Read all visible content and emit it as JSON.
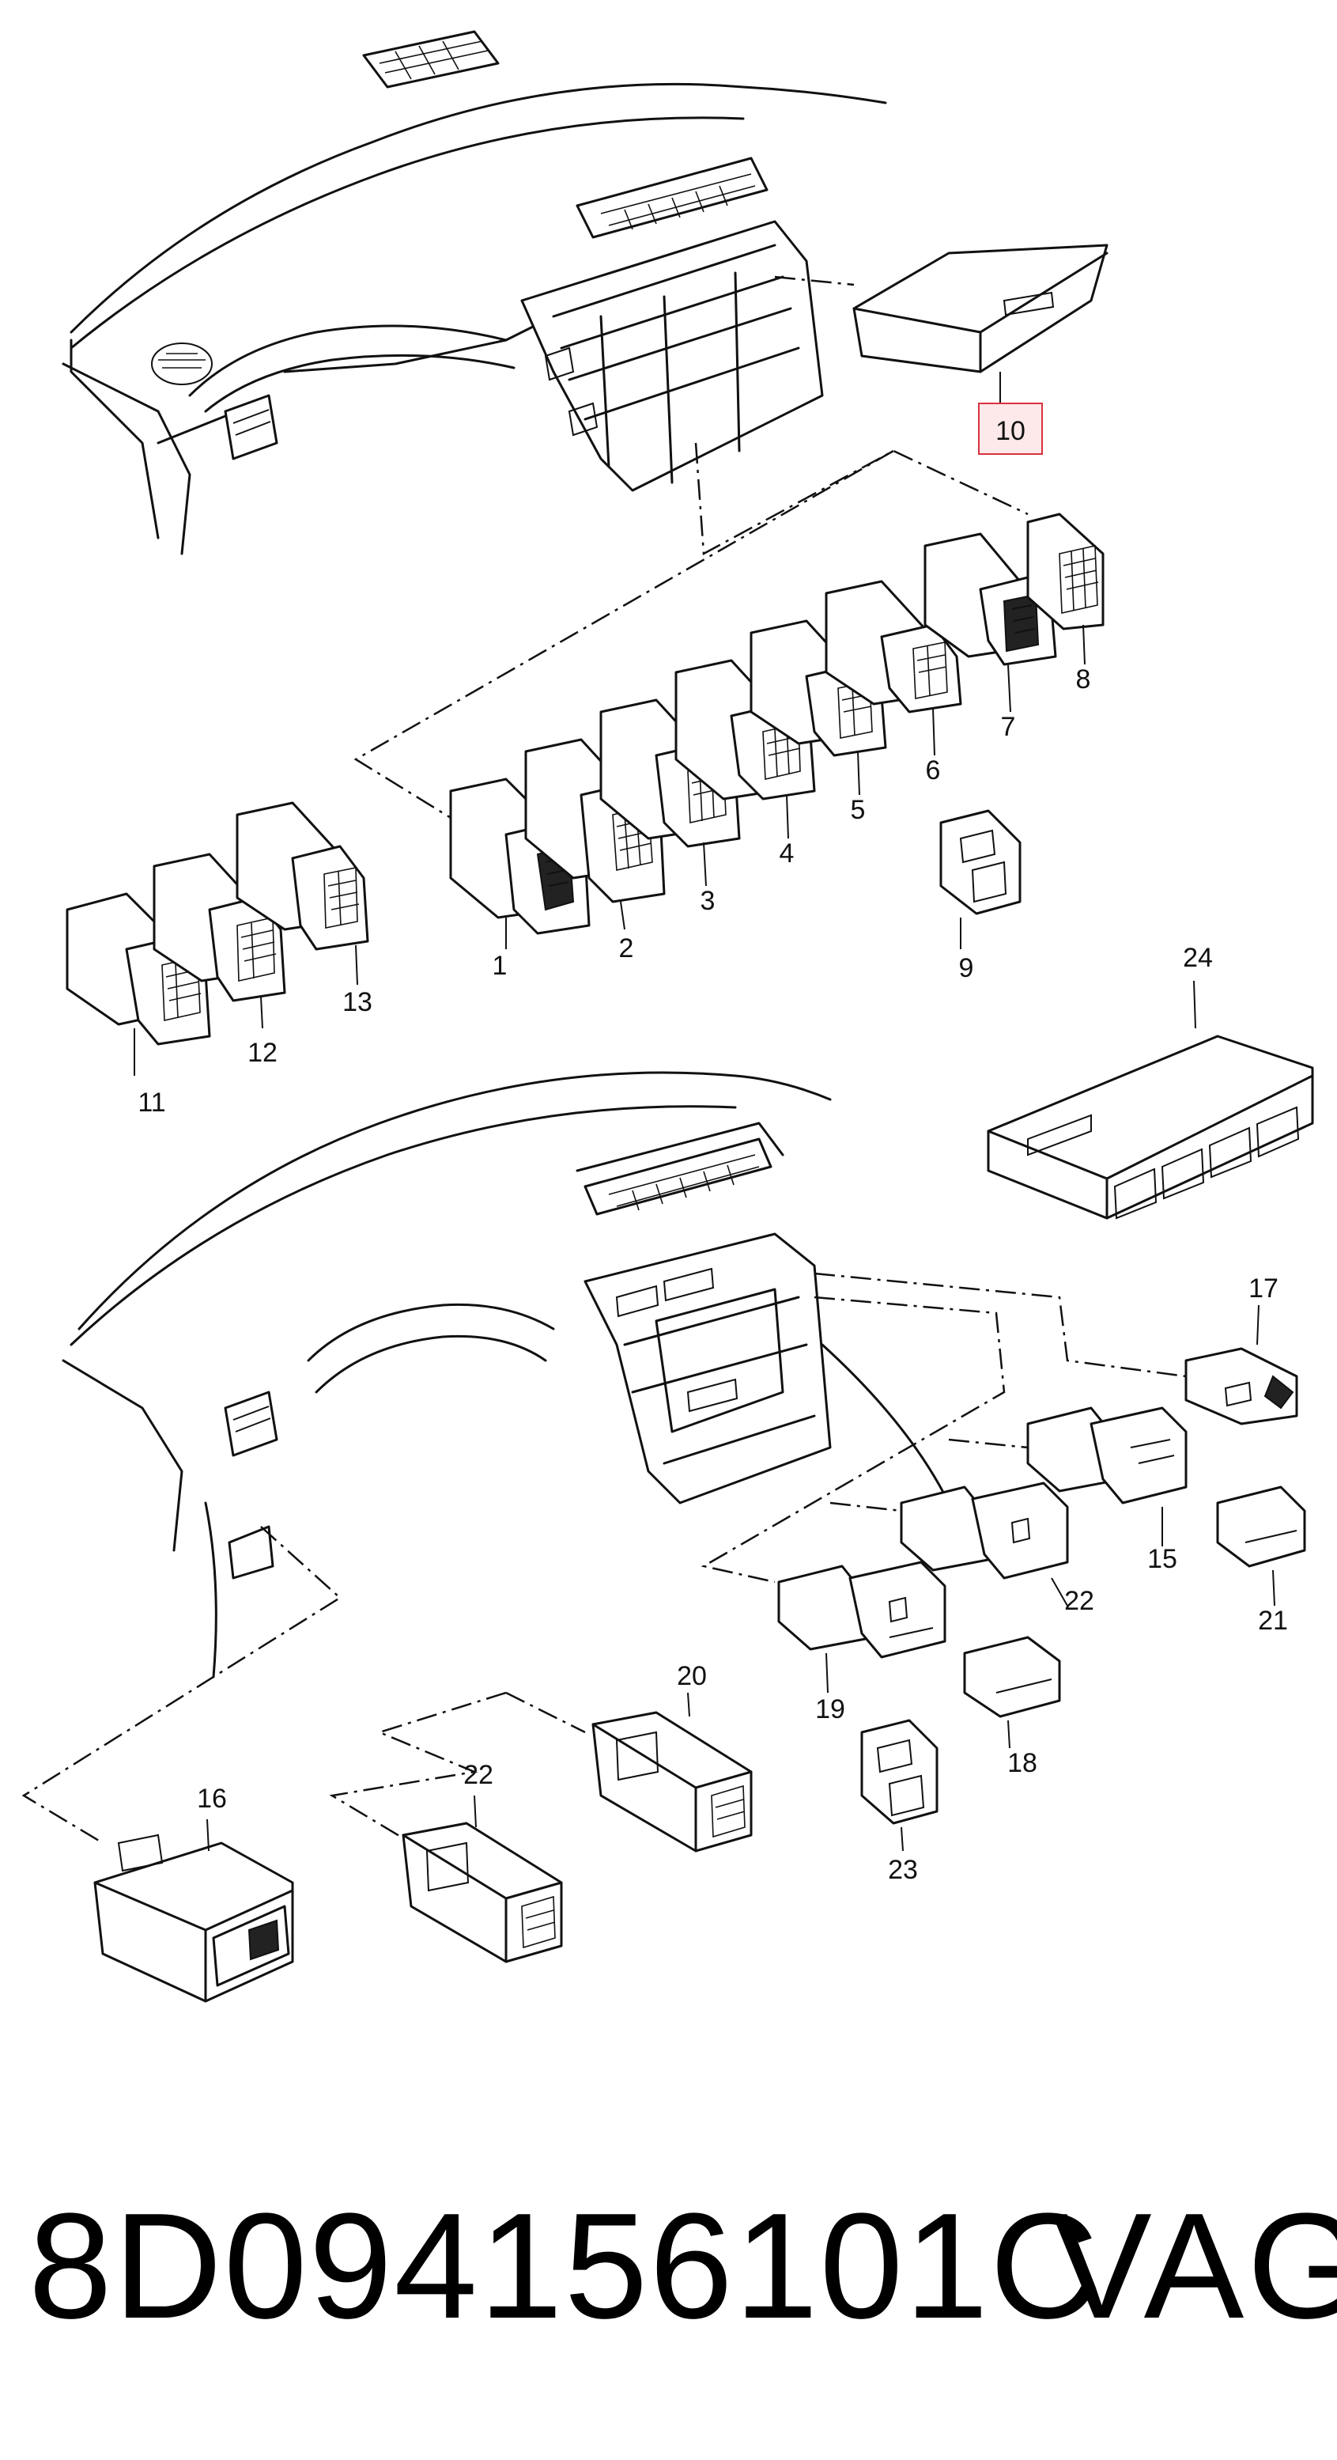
{
  "diagram": {
    "highlighted_callout": "10",
    "callouts": [
      "1",
      "2",
      "3",
      "4",
      "5",
      "6",
      "7",
      "8",
      "9",
      "10",
      "11",
      "12",
      "13",
      "15",
      "16",
      "17",
      "18",
      "19",
      "20",
      "21",
      "22",
      "22",
      "23",
      "24"
    ]
  },
  "footer": {
    "part_number": "8D094156101C",
    "brand": "VAG"
  },
  "colors": {
    "highlight_border": "#d9323e",
    "highlight_fill": "#fde8ea",
    "line": "#111111"
  }
}
